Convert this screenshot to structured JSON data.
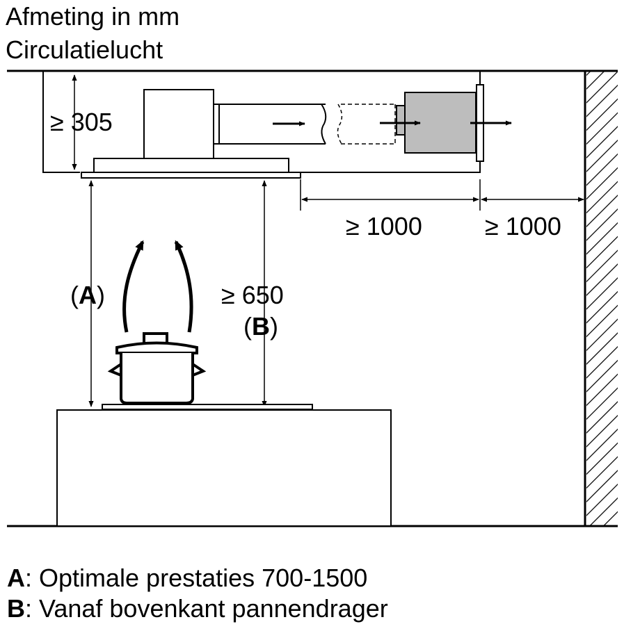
{
  "header": {
    "title": "Afmeting in mm",
    "subtitle": "Circulatielucht"
  },
  "dimensions": {
    "min_height_ceiling": "≥ 305",
    "min_distance_1": "≥ 1000",
    "min_distance_2": "≥ 1000",
    "min_height_hob": "≥ 650",
    "label_a_open": "(",
    "label_a": "A",
    "label_a_close": ")",
    "label_b_open": "(",
    "label_b": "B",
    "label_b_close": ")"
  },
  "legend": [
    {
      "key": "A",
      "text": ": Optimale prestaties 700-1500"
    },
    {
      "key": "B",
      "text": ": Vanaf bovenkant pannendrager"
    }
  ],
  "colors": {
    "line": "#000000",
    "filter_fill": "#bdbdbd",
    "background": "#ffffff"
  }
}
